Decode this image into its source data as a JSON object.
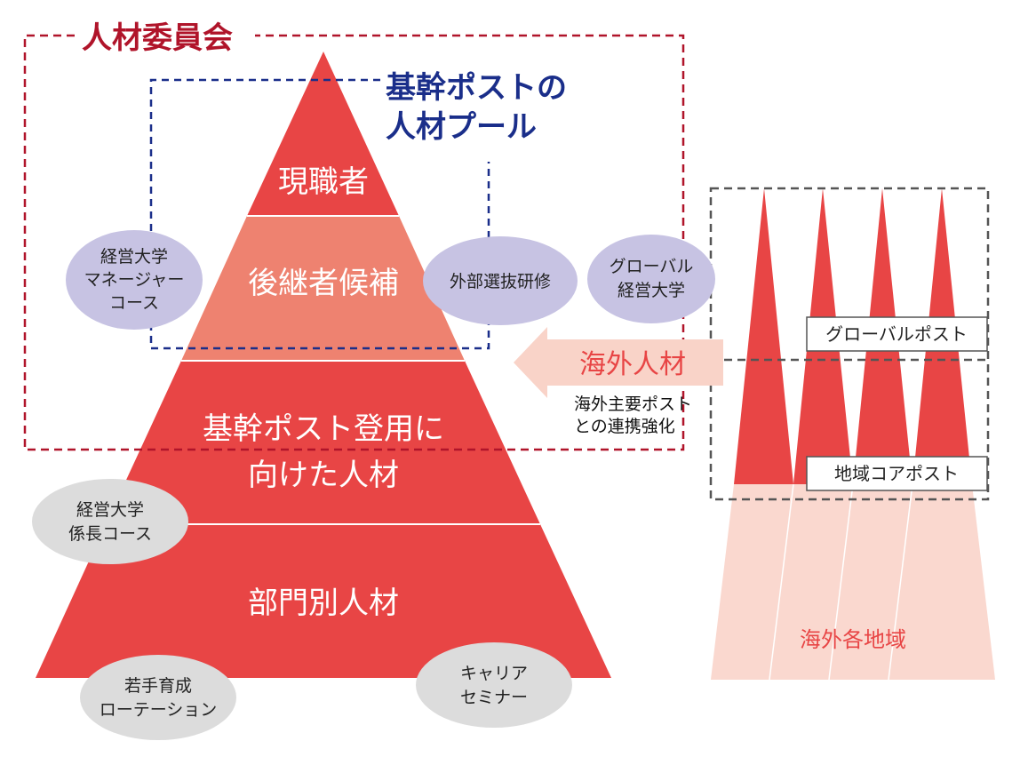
{
  "committee": {
    "label": "人材委員会",
    "color": "#B0142A"
  },
  "pool": {
    "line1": "基幹ポストの",
    "line2": "人材プール",
    "color": "#1A2E8A"
  },
  "pyramid": {
    "tiers": [
      {
        "line1": "現職者"
      },
      {
        "line1": "後継者候補"
      },
      {
        "line1": "基幹ポスト登用に",
        "line2": "向けた人材"
      },
      {
        "line1": "部門別人材"
      }
    ],
    "colors": {
      "main": "#E84545",
      "highlight": "#EE8270"
    }
  },
  "programs": {
    "managerCourse": {
      "line1": "経営大学",
      "line2": "マネージャー",
      "line3": "コース"
    },
    "externalTraining": {
      "line1": "外部選抜研修"
    },
    "globalUniv": {
      "line1": "グローバル",
      "line2": "経営大学"
    },
    "chiefCourse": {
      "line1": "経営大学",
      "line2": "係長コース"
    },
    "rotation": {
      "line1": "若手育成",
      "line2": "ローテーション"
    },
    "careerSeminar": {
      "line1": "キャリア",
      "line2": "セミナー"
    },
    "colors": {
      "purple": "#C7C3E3",
      "gray": "#DCDCDC"
    }
  },
  "overseas": {
    "arrowLabel": "海外人材",
    "noteLine1": "海外主要ポスト",
    "noteLine2": "との連携強化",
    "globalPost": "グローバルポスト",
    "regionalPost": "地域コアポスト",
    "regions": "海外各地域",
    "colors": {
      "arrow": "#F9D3C8",
      "spike": "#E84545",
      "base": "#FAD8CF"
    }
  }
}
